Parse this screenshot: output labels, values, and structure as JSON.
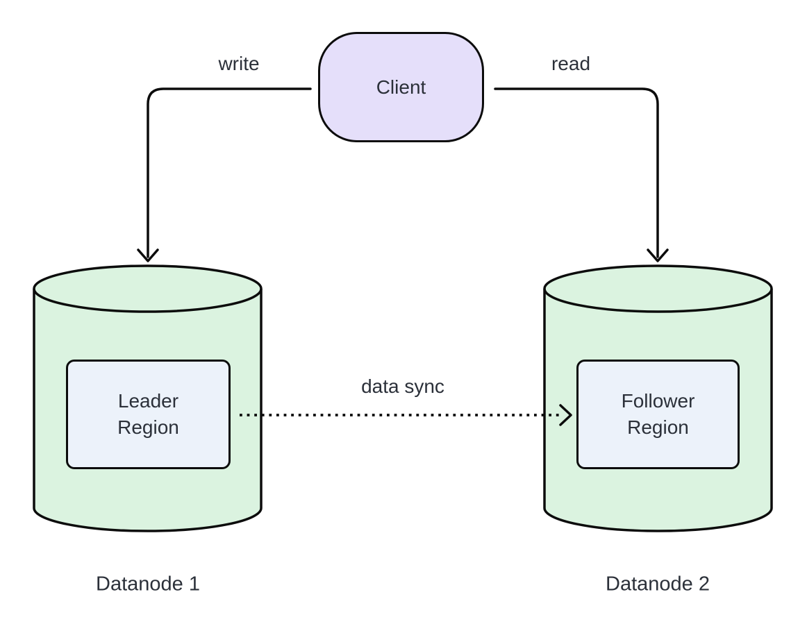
{
  "diagram": {
    "type": "architecture-flowchart",
    "nodes": {
      "client": {
        "label": "Client",
        "shape": "stadium"
      },
      "datanode1": {
        "caption": "Datanode 1",
        "shape": "cylinder"
      },
      "datanode2": {
        "caption": "Datanode 2",
        "shape": "cylinder"
      },
      "leader_region": {
        "label": "Leader\nRegion",
        "shape": "rounded-rect",
        "parent": "datanode1"
      },
      "follower_region": {
        "label": "Follower\nRegion",
        "shape": "rounded-rect",
        "parent": "datanode2"
      }
    },
    "edges": {
      "write": {
        "label": "write",
        "from": "client",
        "to": "datanode1",
        "style": "solid-arrow"
      },
      "read": {
        "label": "read",
        "from": "client",
        "to": "datanode2",
        "style": "solid-arrow"
      },
      "data_sync": {
        "label": "data sync",
        "from": "leader_region",
        "to": "follower_region",
        "style": "dotted-arrow"
      }
    }
  },
  "colors": {
    "background": "#ffffff",
    "client_fill": "#e5dffa",
    "cylinder_fill": "#dbf3e0",
    "region_fill": "#ecf2fa",
    "stroke": "#0c0c0c",
    "text": "#2b3039"
  }
}
